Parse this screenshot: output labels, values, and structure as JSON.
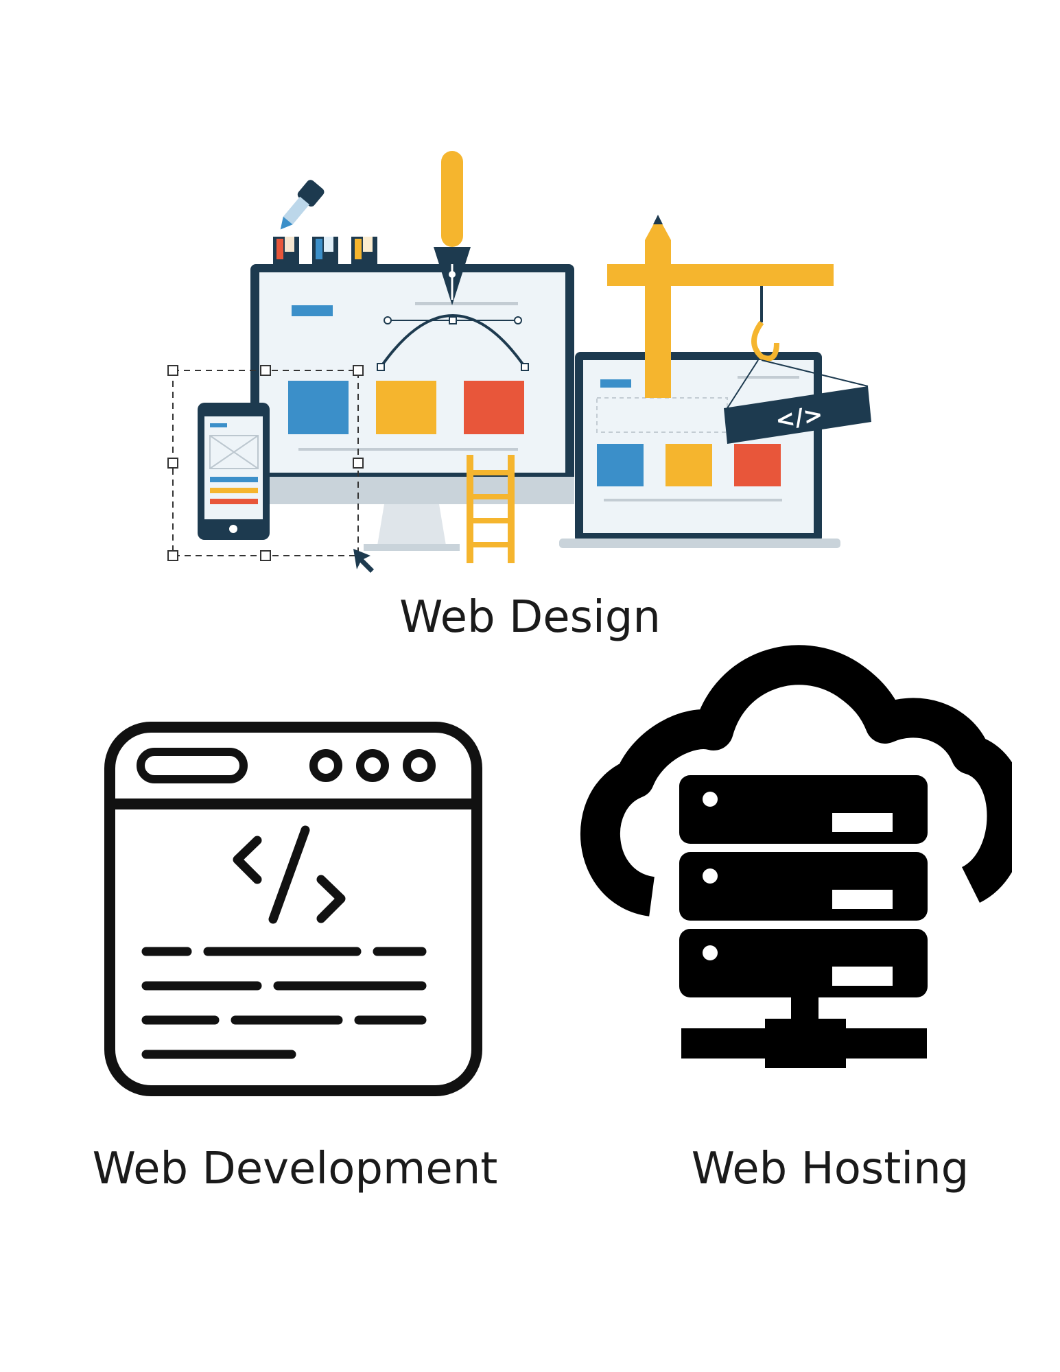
{
  "sections": [
    {
      "id": "design",
      "label": "Web Design",
      "icon": "web-design-illustration"
    },
    {
      "id": "development",
      "label": "Web Development",
      "icon": "code-window-icon"
    },
    {
      "id": "hosting",
      "label": "Web Hosting",
      "icon": "cloud-server-icon"
    }
  ],
  "illustration": {
    "code_tag": "</>"
  },
  "colors": {
    "navy": "#1d3a4f",
    "blue": "#3b8fc9",
    "yellow": "#f5b52e",
    "orange": "#f1a825",
    "red": "#e8563a",
    "screen": "#eef4f8",
    "icon_black": "#000000"
  }
}
